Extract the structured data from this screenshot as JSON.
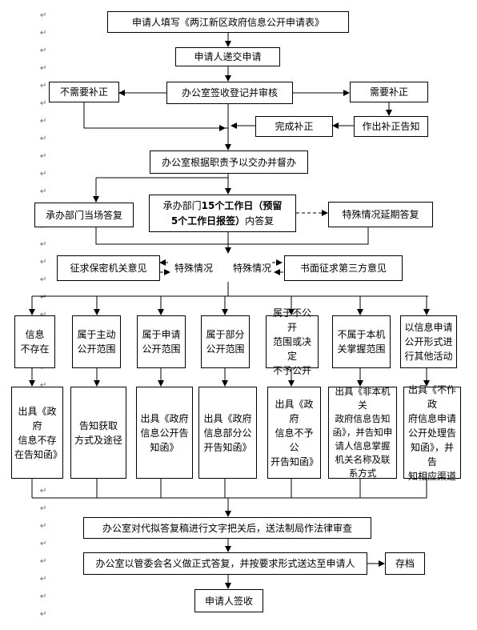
{
  "nodes": {
    "fill_form": "申请人填写《两江新区政府信息公开申请表》",
    "submit": "申请人递交申请",
    "office_register": "办公室签收登记并审核",
    "no_correction": "不需要补正",
    "need_correction": "需要补正",
    "correction_notice": "作出补正告知",
    "correction_done": "完成补正",
    "office_assign": "办公室根据职责予以交办并督办",
    "dept_answer_spot": "承办部门当场答复",
    "dept_15days_a": "承办部门",
    "dept_15days_b": "15个工作日（预留",
    "dept_15days_c": "5个工作日报签）",
    "dept_15days_d": "内答复",
    "special_extend": "特殊情况延期答复",
    "consult_secrecy": "征求保密机关意见",
    "special_left": "特殊情况",
    "special_right": "特殊情况",
    "consult_third": "书面征求第三方意见",
    "cat1": "信息\n不存在",
    "cat2": "属于主动\n公开范围",
    "cat3": "属于申请\n公开范围",
    "cat4": "属于部分\n公开范围",
    "cat5": "属于不公开\n范围或决定\n不予公开",
    "cat6": "不属于本机\n关掌握范围",
    "cat7": "以信息申请\n公开形式进\n行其他活动",
    "out1": "出具《政府\n信息不存\n在告知函》",
    "out2": "告知获取\n方式及途径",
    "out3": "出具《政府\n信息公开告\n知函》",
    "out4": "出具《政府\n信息部分公\n开告知函》",
    "out5": "出具《政府\n信息不予公\n开告知函》",
    "out6": "出具《非本机关\n政府信息告知\n函》，并告知申\n请人信息掌握\n机关名称及联\n系方式",
    "out7": "出具《不作政\n府信息申请\n公开处理告\n知函》，并告\n知相应渠道",
    "legal_review": "办公室对代拟答复稿进行文字把关后，送法制局作法律审查",
    "formal_reply": "办公室以管委会名义做正式答复，并按要求形式送达至申请人",
    "archive": "存档",
    "sign_receipt": "申请人签收"
  }
}
